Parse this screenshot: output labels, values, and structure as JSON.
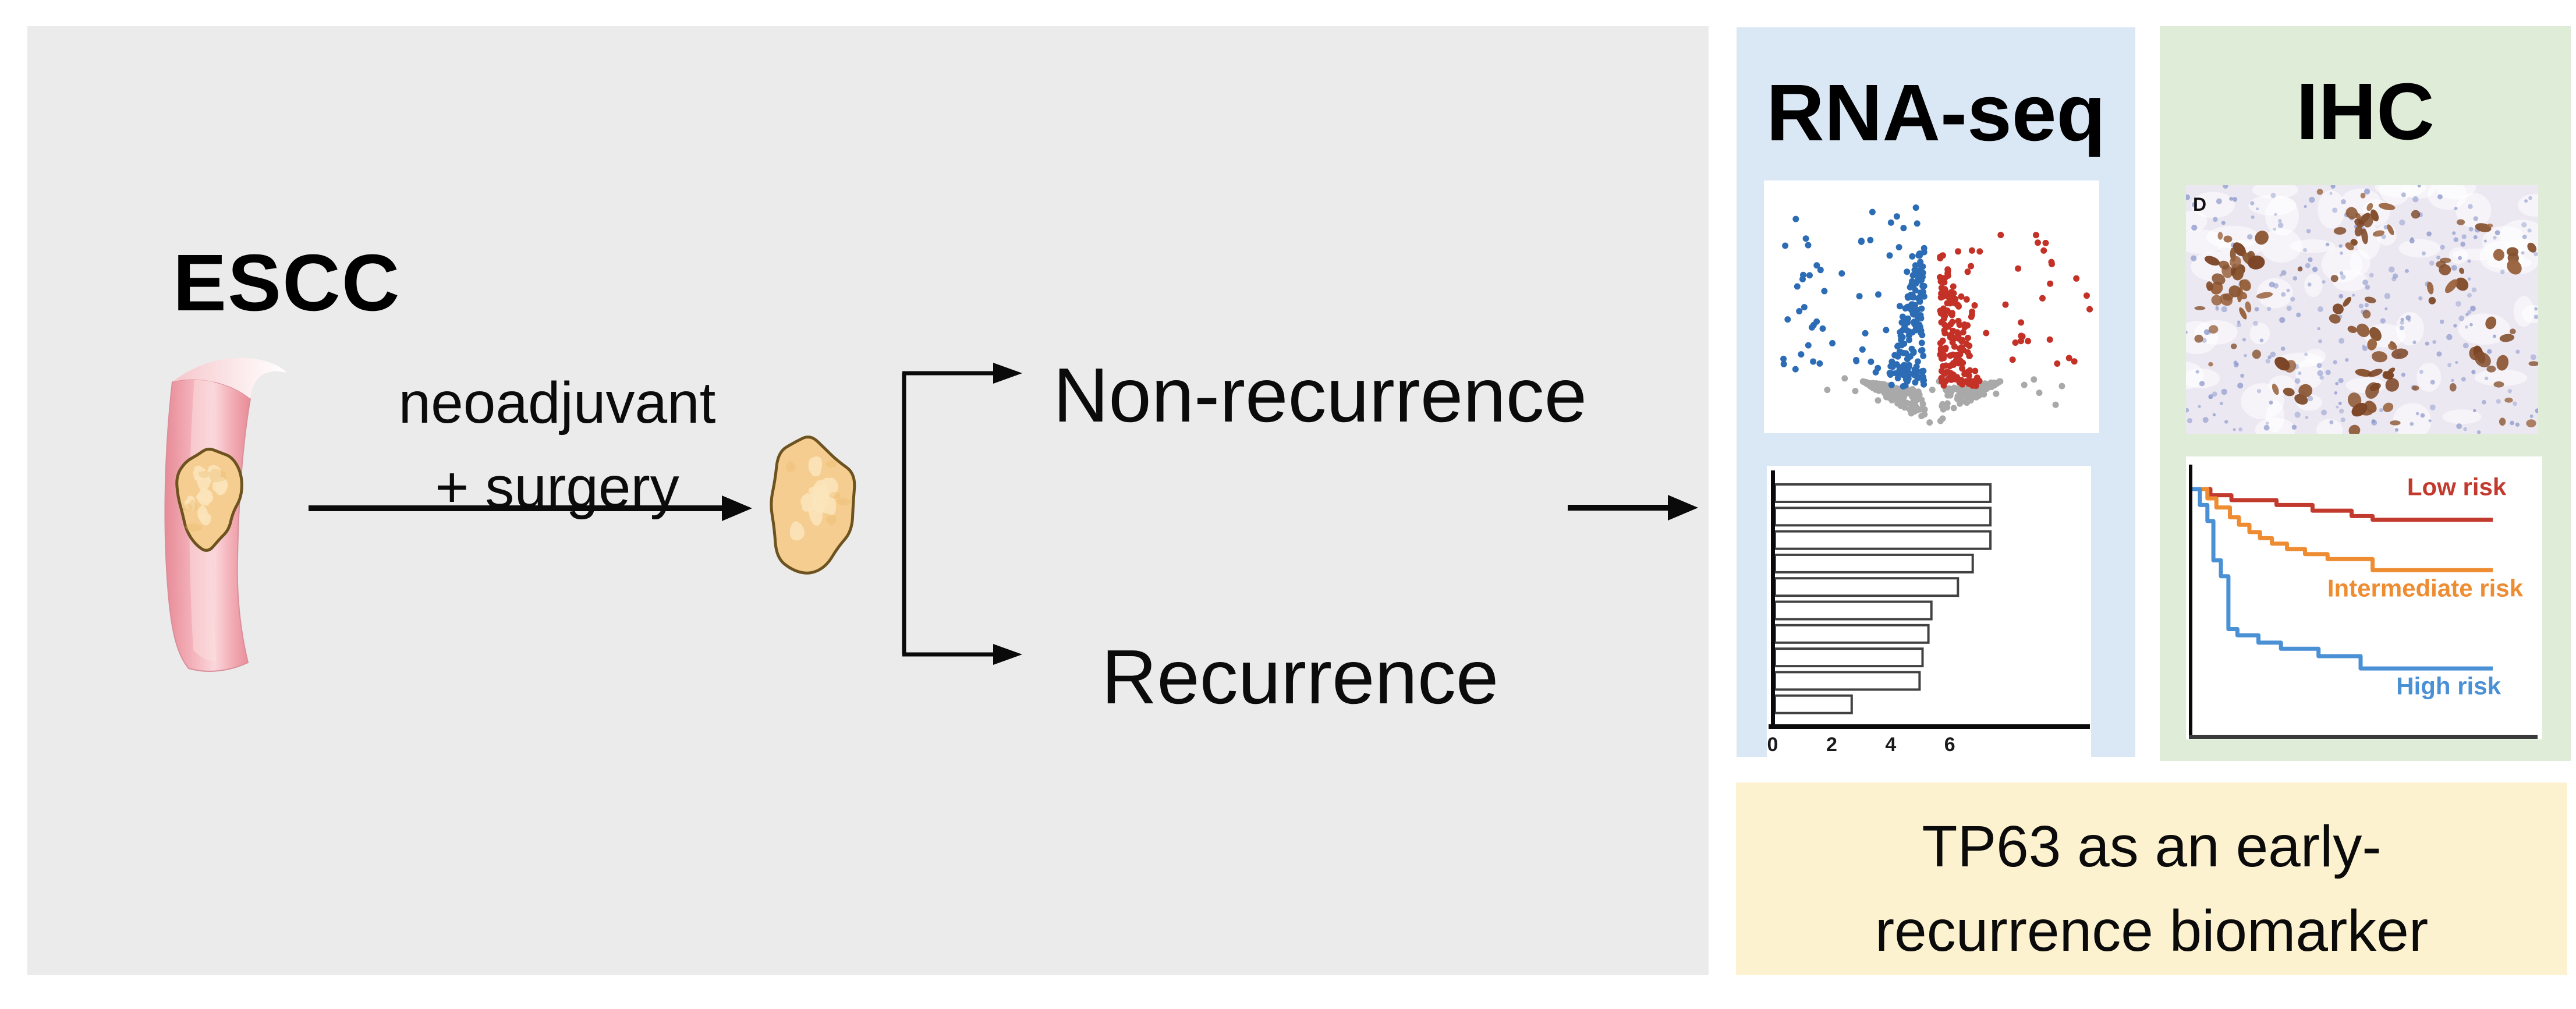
{
  "left_panel": {
    "bg": "#ebebeb",
    "title": "ESCC",
    "treatment_line1": "neoadjuvant",
    "treatment_line2": "+ surgery",
    "branch_top": "Non-recurrence",
    "branch_bottom": "Recurrence"
  },
  "rna_panel": {
    "bg": "#dae7f4",
    "title": "RNA-seq"
  },
  "ihc_panel": {
    "bg": "#deecd8",
    "title": "IHC",
    "histology_corner_label": "D"
  },
  "conclusion": {
    "bg": "#fdf2cf",
    "line1": "TP63 as an early-",
    "line2": "recurrence biomarker"
  },
  "colors": {
    "panel_gray": "#ebebeb",
    "panel_blue": "#dae7f4",
    "panel_green": "#deecd8",
    "panel_yellow": "#fdf2cf",
    "arrow_black": "#0a0a0a",
    "esophagus_pink": "#f0a0aa",
    "tumor_fill": "#f6cd90",
    "tumor_stroke": "#6d531f",
    "histology_bg": "#ece8f2",
    "histology_brown": "#8a5531",
    "histology_nuclei": "#8d99cc"
  },
  "chart_data": [
    {
      "id": "volcano",
      "type": "scatter",
      "title": "",
      "description": "Stylized volcano plot of differentially expressed genes; no axes or tick labels shown",
      "axes_visible": false,
      "series": [
        {
          "name": "downregulated-significant",
          "color": "#2c6cb5",
          "n_wedge": 150,
          "n_outliers": 55
        },
        {
          "name": "upregulated-significant",
          "color": "#c33127",
          "n_wedge": 150,
          "n_outliers": 42
        },
        {
          "name": "not-significant",
          "color": "#a9a9a9",
          "n_funnel": 240,
          "n_outliers": 16
        }
      ],
      "generator": {
        "seed": 11,
        "dot_radius": 5.5,
        "cutoff_left": 0.478,
        "cutoff_right": 0.525,
        "significance_baseline": 0.8
      }
    },
    {
      "id": "deg-barchart",
      "type": "bar",
      "orientation": "horizontal",
      "title": "",
      "xlabel": "",
      "ylabel": "",
      "values": [
        7.3,
        7.3,
        7.3,
        6.7,
        6.2,
        5.3,
        5.2,
        5.0,
        4.9,
        2.6
      ],
      "xticks": [
        0,
        2,
        4,
        6
      ],
      "xlim": [
        0,
        7.9
      ],
      "bar_fill": "#ffffff",
      "bar_stroke": "#414141",
      "note": "10 unlabeled horizontal bars, sorted descending"
    },
    {
      "id": "km-survival",
      "type": "line",
      "title": "",
      "description": "Kaplan-Meier style survival curves by TP63 risk group; no tick labels shown",
      "xlim": [
        0,
        1
      ],
      "ylim": [
        0,
        1
      ],
      "legend_position": "inline-labels",
      "series": [
        {
          "name": "Low risk",
          "color": "#c23a2e",
          "label_pos": [
            0.88,
            0.975
          ],
          "steps": [
            [
              0,
              1
            ],
            [
              0.06,
              1
            ],
            [
              0.06,
              0.975
            ],
            [
              0.13,
              0.975
            ],
            [
              0.13,
              0.955
            ],
            [
              0.28,
              0.955
            ],
            [
              0.28,
              0.935
            ],
            [
              0.4,
              0.935
            ],
            [
              0.4,
              0.912
            ],
            [
              0.53,
              0.912
            ],
            [
              0.53,
              0.89
            ],
            [
              0.6,
              0.89
            ],
            [
              0.6,
              0.875
            ],
            [
              1,
              0.875
            ]
          ]
        },
        {
          "name": "Intermediate risk",
          "color": "#ee8c32",
          "label_pos": [
            0.775,
            0.563
          ],
          "steps": [
            [
              0,
              1
            ],
            [
              0.05,
              1
            ],
            [
              0.05,
              0.962
            ],
            [
              0.08,
              0.962
            ],
            [
              0.08,
              0.925
            ],
            [
              0.125,
              0.925
            ],
            [
              0.125,
              0.885
            ],
            [
              0.155,
              0.885
            ],
            [
              0.155,
              0.855
            ],
            [
              0.19,
              0.855
            ],
            [
              0.19,
              0.825
            ],
            [
              0.225,
              0.825
            ],
            [
              0.225,
              0.8
            ],
            [
              0.265,
              0.8
            ],
            [
              0.265,
              0.778
            ],
            [
              0.315,
              0.778
            ],
            [
              0.315,
              0.756
            ],
            [
              0.375,
              0.756
            ],
            [
              0.375,
              0.735
            ],
            [
              0.45,
              0.735
            ],
            [
              0.45,
              0.715
            ],
            [
              0.6,
              0.715
            ],
            [
              0.6,
              0.67
            ],
            [
              1,
              0.67
            ]
          ]
        },
        {
          "name": "High risk",
          "color": "#4a90d5",
          "label_pos": [
            0.853,
            0.165
          ],
          "steps": [
            [
              0,
              1
            ],
            [
              0.025,
              1
            ],
            [
              0.025,
              0.935
            ],
            [
              0.05,
              0.935
            ],
            [
              0.05,
              0.87
            ],
            [
              0.07,
              0.87
            ],
            [
              0.07,
              0.71
            ],
            [
              0.095,
              0.71
            ],
            [
              0.095,
              0.645
            ],
            [
              0.12,
              0.645
            ],
            [
              0.12,
              0.43
            ],
            [
              0.15,
              0.43
            ],
            [
              0.15,
              0.405
            ],
            [
              0.22,
              0.405
            ],
            [
              0.22,
              0.375
            ],
            [
              0.295,
              0.375
            ],
            [
              0.295,
              0.35
            ],
            [
              0.42,
              0.35
            ],
            [
              0.42,
              0.32
            ],
            [
              0.56,
              0.32
            ],
            [
              0.56,
              0.27
            ],
            [
              1,
              0.27
            ]
          ]
        }
      ]
    }
  ]
}
